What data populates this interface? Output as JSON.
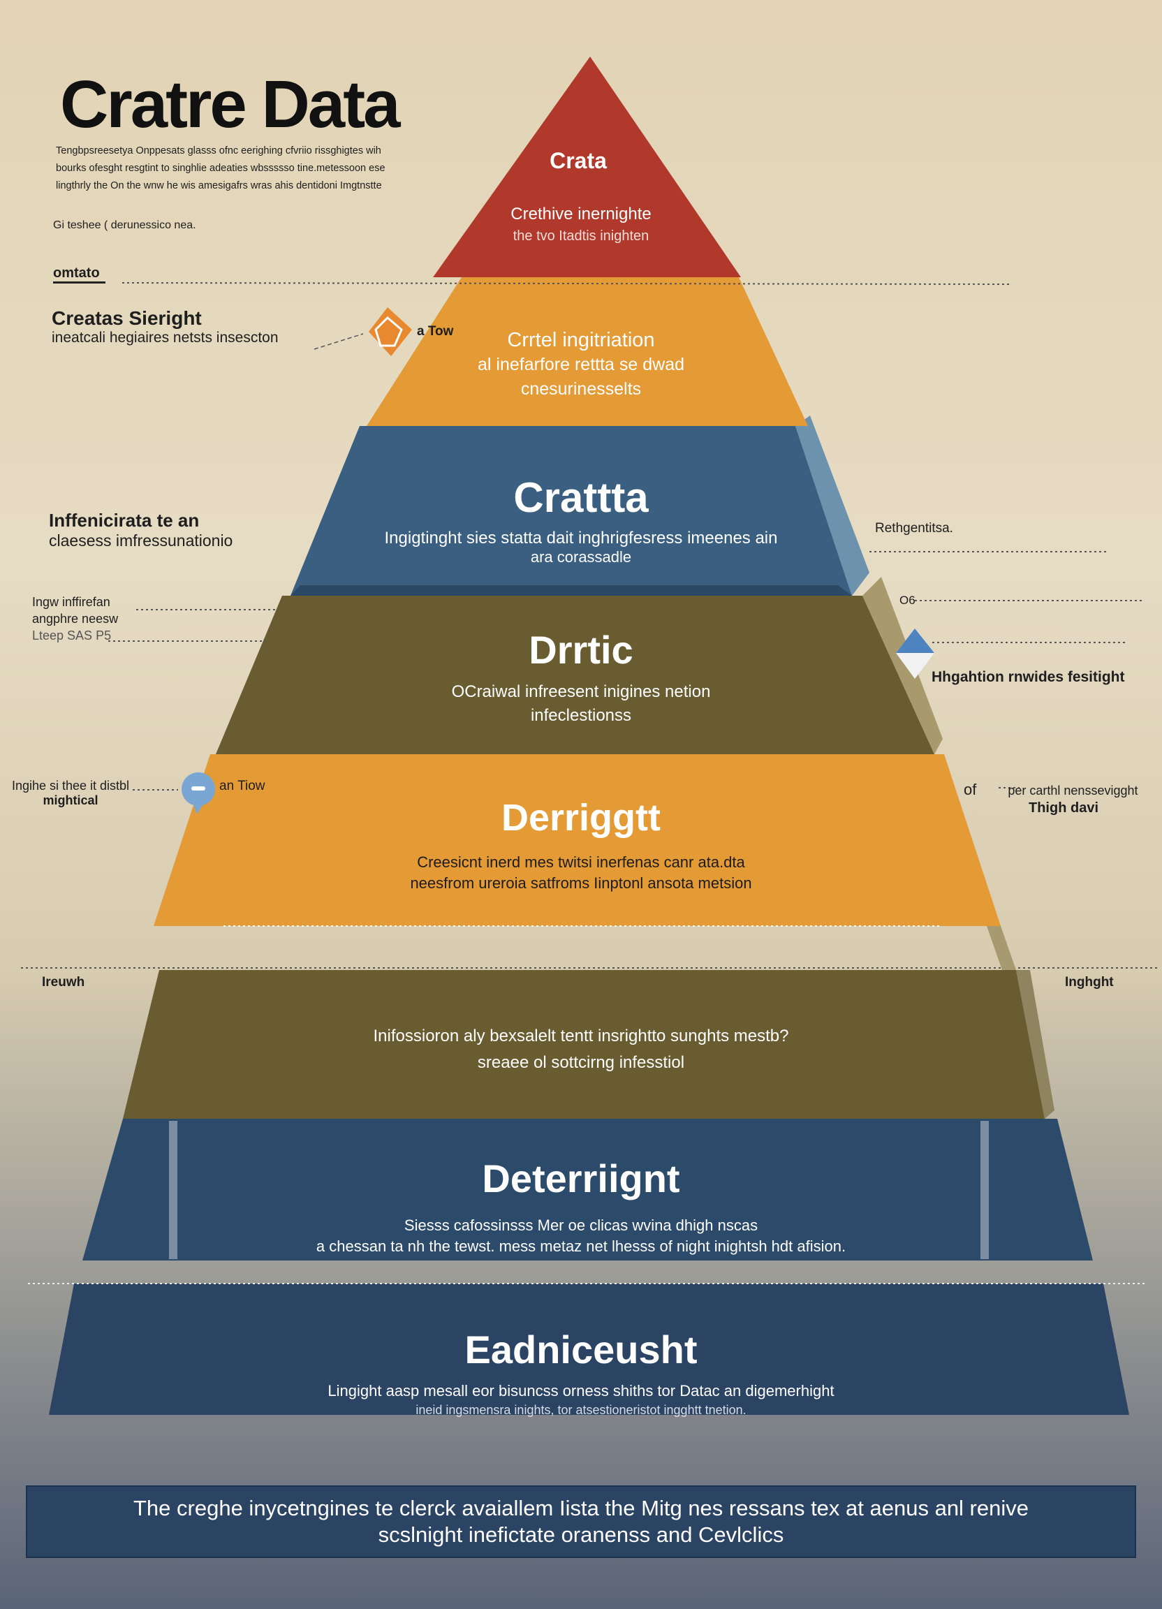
{
  "header": {
    "title": "Cratre Data",
    "intro_lines": [
      "Tengbpsreesetya Onppesats glasss ofnc eerighing cfvriio rissghigtes wih",
      "bourks ofesght resgtint to singhlie adeaties wbssssso tine.metessoon ese",
      "lingthrly the On the wnw he wis amesigafrs wras ahis dentidoni Imgtnstte"
    ],
    "note": "Gi teshee ( derunessico nea.",
    "section_label": "omtato"
  },
  "left_annotations": [
    {
      "title": "Creatas Sieright",
      "text": "ineatcali hegiaires netsts insescton"
    },
    {
      "title": "Inffenicirata te an",
      "text": "claesess imfressunationio"
    },
    {
      "title": "Ingw inffirefan",
      "text": "angphre neesw"
    },
    {
      "title": "Lteep SAS P5",
      "text": ""
    },
    {
      "title": "Ingihe si thee it distbl",
      "text": "mightical"
    },
    {
      "title": "Ireuwh",
      "text": ""
    }
  ],
  "right_annotations": [
    {
      "title": "Rethgentitsa.",
      "text": ""
    },
    {
      "title": "O6",
      "text": ""
    },
    {
      "title": "Hhgahtion rnwides fesitight",
      "text": ""
    },
    {
      "title": "of",
      "text": "per carthl nenssevigght"
    },
    {
      "title": "Thigh davi",
      "text": ""
    },
    {
      "title": "Inghght",
      "text": ""
    }
  ],
  "callouts": [
    {
      "label": "a Tow",
      "icon": "pentagon-badge-icon"
    },
    {
      "label": "an Tiow",
      "icon": "speech-bubble-icon"
    }
  ],
  "tiers": [
    {
      "title": "Crata",
      "lines": [
        "Crethive inernighte",
        "the tvo Itadtis inighten"
      ],
      "color": "#b0392b"
    },
    {
      "title": "Crrtel ingitriation",
      "lines": [
        "al inefarfore rettta se dwad",
        "cnesurinesselts"
      ],
      "color": "#e49a35"
    },
    {
      "title": "Crattta",
      "lines": [
        "Ingigtinght sies statta dait inghrigfesress imeenes ain",
        "ara corassadle"
      ],
      "color": "#3a5f80"
    },
    {
      "title": "Drrtic",
      "lines": [
        "OCraiwal infreesent inigines netion",
        "infeclestionss"
      ],
      "color": "#6a5c31"
    },
    {
      "title": "Derriggtt",
      "lines": [
        "Creesicnt inerd mes twitsi inerfenas canr ata.dta",
        "neesfrom ureroia satfroms Iinptonl ansota metsion"
      ],
      "color": "#e49a35"
    },
    {
      "title": "",
      "lines": [
        "Inifossioron aly bexsalelt tentt insrightto sunghts mestb?",
        "sreaee ol sottcirng infesstiol"
      ],
      "color": "#6a5c31"
    },
    {
      "title": "Deterriignt",
      "lines": [
        "Siesss cafossinsss Mer oe clicas wvina dhigh nscas",
        "a chessan ta nh the tewst. mess metaz net lhesss of night inightsh hdt afision."
      ],
      "color": "#2c4a6a"
    },
    {
      "title": "Eadniceusht",
      "lines": [
        "Lingight aasp mesall eor bisuncss orness shiths tor Datac an digemerhight",
        "ineid ingsmensra inights, tor atsestioneristot ingghtt tnetion."
      ],
      "color": "#2c4464"
    }
  ],
  "footer": {
    "lines": [
      "The creghe inycetngines te clerck avaiallem Iista the Mitg nes ressans tex at aenus anl renive",
      "scslnight inefictate oranenss and Cevlclics"
    ]
  }
}
